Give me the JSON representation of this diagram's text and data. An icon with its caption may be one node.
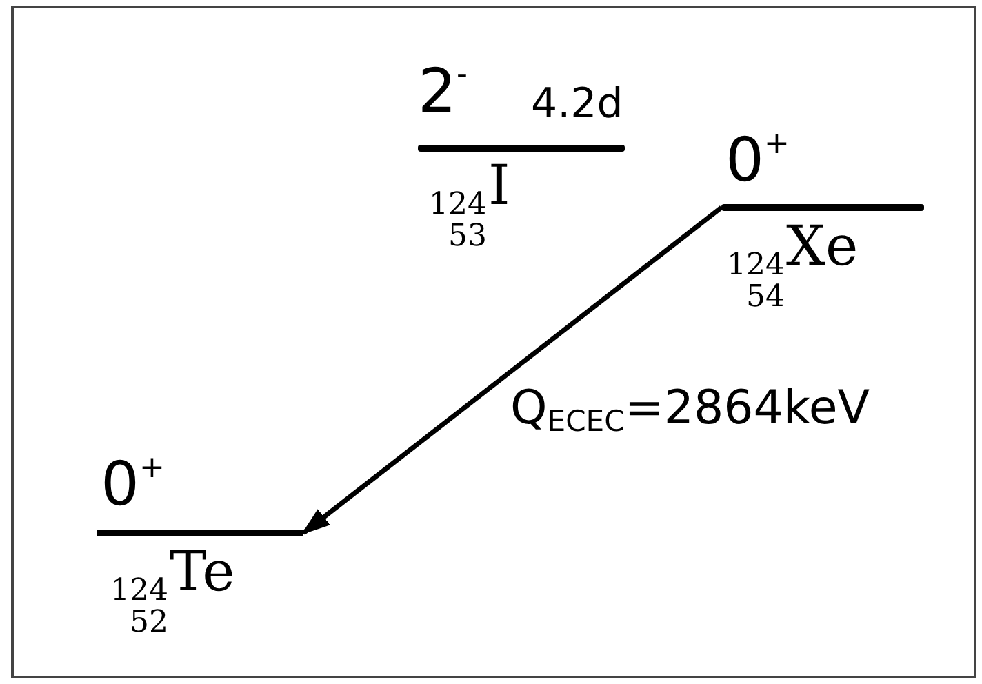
{
  "diagram": {
    "nodes": [
      {
        "text": [
          "2$^{-}$",
          "4.2d",
          "$^{124}$$_{53}$I"
        ]
      },
      {
        "text": [
          "0$^{+}$",
          "$^{124}$$_{54}$Xe"
        ]
      },
      {
        "text": [
          "0$^{+}$",
          "$^{124}$$_{52}$Te"
        ]
      }
    ],
    "edges": [
      {
        "from": 1,
        "to": 2,
        "arrow": "to",
        "label": "Q$_{ECEC}$=2864keV"
      }
    ]
  }
}
